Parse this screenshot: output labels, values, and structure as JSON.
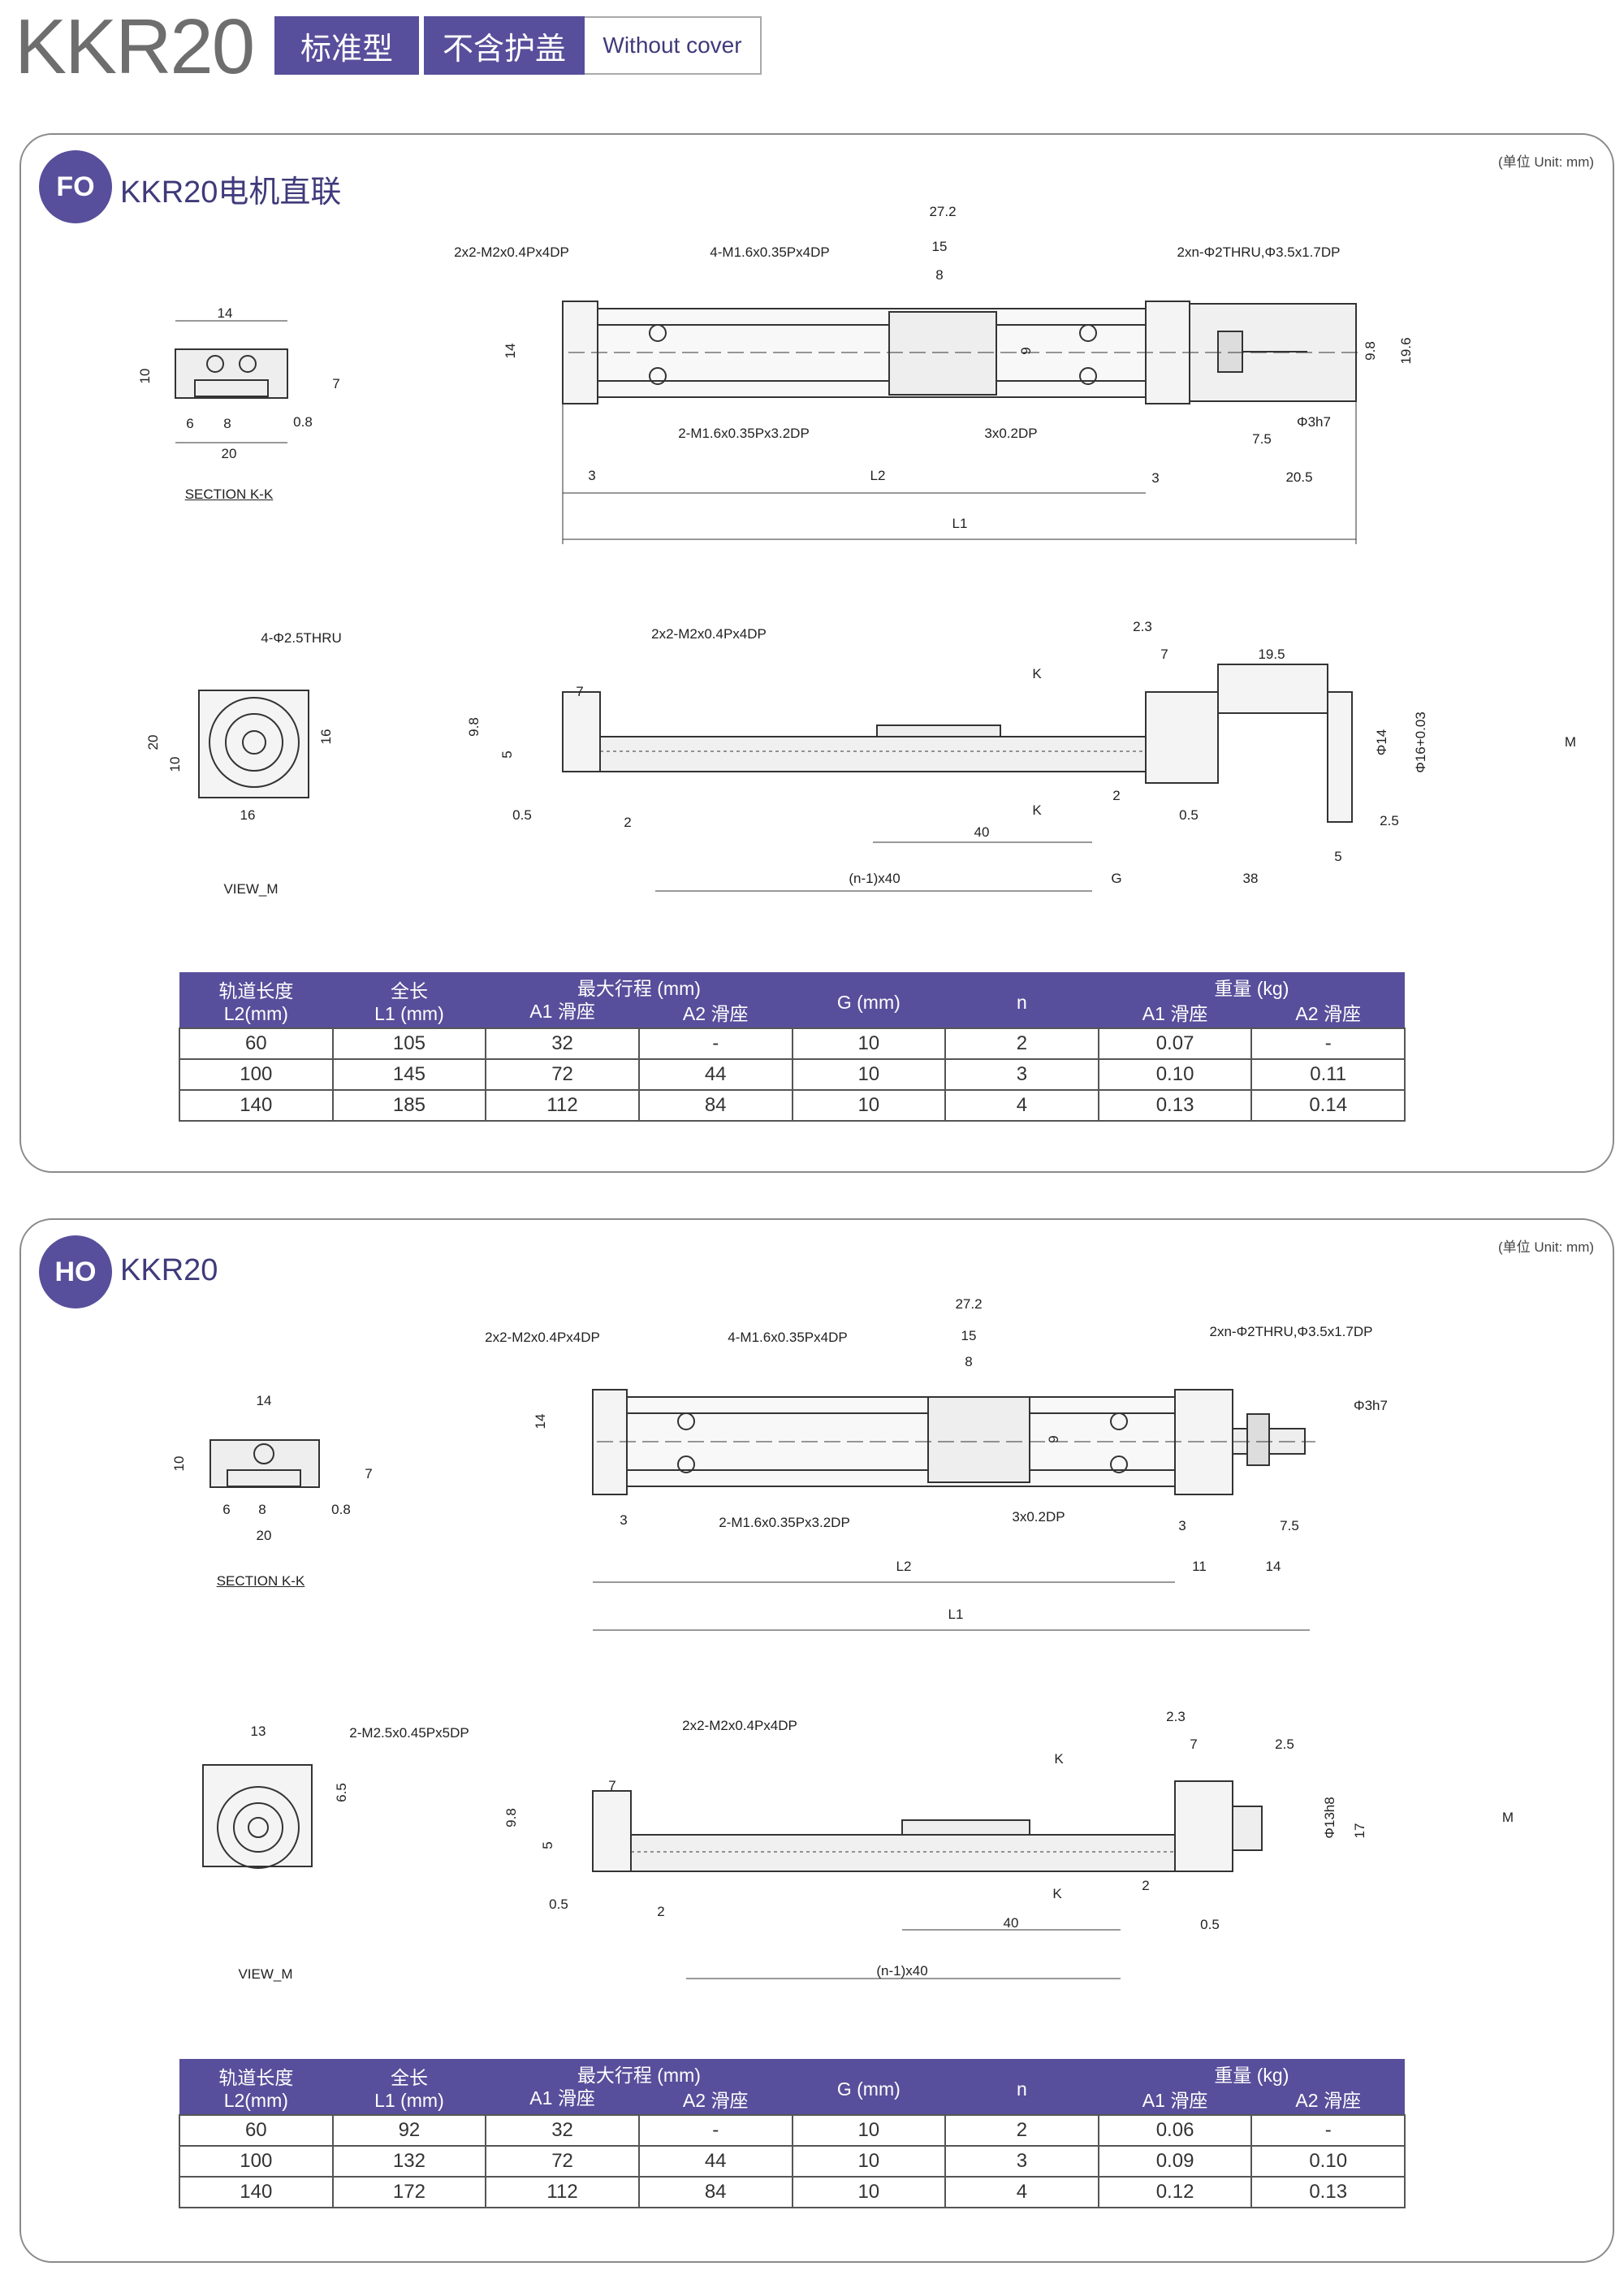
{
  "header": {
    "model": "KKR20",
    "tag1": "标准型",
    "tag2": "不含护盖",
    "tag3": "Without cover"
  },
  "fo": {
    "badge": "FO",
    "title": "KKR20电机直联",
    "unit": "(单位 Unit: mm)",
    "dims": [
      "14",
      "10",
      "7",
      "6",
      "8",
      "0.8",
      "20",
      "SECTION K-K",
      "2x2-M2x0.4Px4DP",
      "4-M1.6x0.35Px4DP",
      "27.2",
      "15",
      "8",
      "2xn-Φ2THRU,Φ3.5x1.7DP",
      "14",
      "9",
      "9.8",
      "19.6",
      "2-M1.6x0.35Px3.2DP",
      "3x0.2DP",
      "Φ3h7",
      "7.5",
      "3",
      "L2",
      "3",
      "20.5",
      "L1",
      "4-Φ2.5THRU",
      "20",
      "10",
      "16",
      "16",
      "VIEW_M",
      "2x2-M2x0.4Px4DP",
      "2.3",
      "7",
      "19.5",
      "K",
      "K",
      "9.8",
      "7",
      "5",
      "Φ14",
      "Φ16+0.03",
      "M",
      "0.5",
      "2",
      "2",
      "0.5",
      "2.5",
      "40",
      "5",
      "(n-1)x40",
      "G",
      "38"
    ]
  },
  "ho": {
    "badge": "HO",
    "title": "KKR20",
    "unit": "(单位 Unit: mm)",
    "dims": [
      "14",
      "10",
      "7",
      "6",
      "8",
      "0.8",
      "20",
      "SECTION K-K",
      "2x2-M2x0.4Px4DP",
      "4-M1.6x0.35Px4DP",
      "27.2",
      "15",
      "8",
      "2xn-Φ2THRU,Φ3.5x1.7DP",
      "14",
      "9",
      "Φ3h7",
      "3",
      "2-M1.6x0.35Px3.2DP",
      "3x0.2DP",
      "3",
      "7.5",
      "L2",
      "11",
      "14",
      "L1",
      "13",
      "2-M2.5x0.45Px5DP",
      "6.5",
      "2x2-M2x0.4Px4DP",
      "2.3",
      "7",
      "2.5",
      "K",
      "K",
      "7",
      "9.8",
      "5",
      "Φ13h8",
      "17",
      "M",
      "0.5",
      "2",
      "2",
      "0.5",
      "40",
      "(n-1)x40",
      "VIEW_M"
    ]
  },
  "table_headers": {
    "l2": "轨道长度",
    "l2u": "L2(mm)",
    "l1": "全长",
    "l1u": "L1 (mm)",
    "stroke": "最大行程 (mm)",
    "a1": "A1 滑座",
    "a2": "A2 滑座",
    "g": "G (mm)",
    "n": "n",
    "weight": "重量 (kg)"
  },
  "fo_table": [
    [
      "60",
      "105",
      "32",
      "-",
      "10",
      "2",
      "0.07",
      "-"
    ],
    [
      "100",
      "145",
      "72",
      "44",
      "10",
      "3",
      "0.10",
      "0.11"
    ],
    [
      "140",
      "185",
      "112",
      "84",
      "10",
      "4",
      "0.13",
      "0.14"
    ]
  ],
  "ho_table": [
    [
      "60",
      "92",
      "32",
      "-",
      "10",
      "2",
      "0.06",
      "-"
    ],
    [
      "100",
      "132",
      "72",
      "44",
      "10",
      "3",
      "0.09",
      "0.10"
    ],
    [
      "140",
      "172",
      "112",
      "84",
      "10",
      "4",
      "0.12",
      "0.13"
    ]
  ],
  "colors": {
    "accent": "#574f9b",
    "title": "#6e6e6e"
  }
}
